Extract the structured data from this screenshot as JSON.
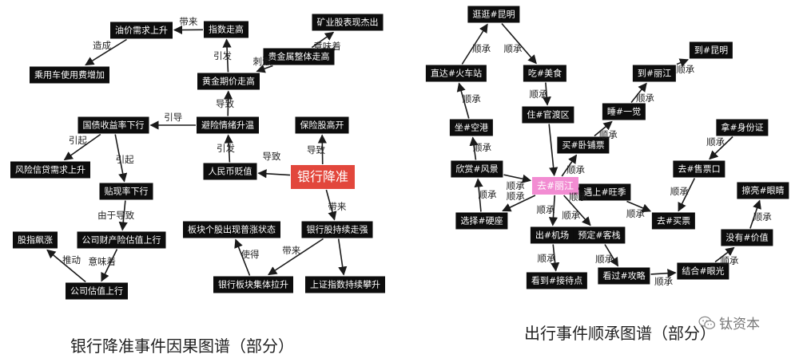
{
  "captions": {
    "left": "银行降准事件因果图谱（部分）",
    "right": "出行事件顺承图谱（部分）"
  },
  "watermark": {
    "text": "钛资本",
    "icon": "wechat-icon"
  },
  "colors": {
    "node_bg": "#0d0d0d",
    "root_left": "#e2473c",
    "root_right": "#f28cd2",
    "edge": "#1a1a1a"
  },
  "left_graph": {
    "nodes": [
      {
        "id": "youjia",
        "label": "油价需求上升"
      },
      {
        "id": "zhishu",
        "label": "指数走高"
      },
      {
        "id": "kuangye",
        "label": "矿业股表现杰出"
      },
      {
        "id": "guijinshu",
        "label": "贵金属整体走高"
      },
      {
        "id": "cheyong",
        "label": "乘用车使用费增加"
      },
      {
        "id": "huangjin",
        "label": "黄金期价走高"
      },
      {
        "id": "guozhai",
        "label": "国债收益率下行"
      },
      {
        "id": "bixian",
        "label": "避险情绪升温"
      },
      {
        "id": "baoxian",
        "label": "保险股高开"
      },
      {
        "id": "fengxian",
        "label": "风险信贷需求上升"
      },
      {
        "id": "renminbi",
        "label": "人民币贬值"
      },
      {
        "id": "root",
        "label": "银行降准"
      },
      {
        "id": "tiexian",
        "label": "贴现率下行"
      },
      {
        "id": "bankuaige",
        "label": "板块个股出现普涨状态"
      },
      {
        "id": "yinhanggu",
        "label": "银行股持续走强"
      },
      {
        "id": "guzhi",
        "label": "股指飙涨"
      },
      {
        "id": "caichan",
        "label": "公司财产险估值上行"
      },
      {
        "id": "jiti",
        "label": "银行板块集体拉升"
      },
      {
        "id": "shangzheng",
        "label": "上证指数持续攀升"
      },
      {
        "id": "gongsi",
        "label": "公司估值上行"
      }
    ],
    "edges": [
      {
        "from": "zhishu",
        "to": "youjia",
        "label": "带来"
      },
      {
        "from": "youjia",
        "to": "cheyong",
        "label": "造成"
      },
      {
        "from": "huangjin",
        "to": "zhishu",
        "label": "引发"
      },
      {
        "from": "guijinshu",
        "to": "kuangye",
        "label": "意味着"
      },
      {
        "from": "guijinshu",
        "to": "huangjin",
        "label": "刺激"
      },
      {
        "from": "bixian",
        "to": "huangjin",
        "label": "导致"
      },
      {
        "from": "bixian",
        "to": "guozhai",
        "label": "引导"
      },
      {
        "from": "guozhai",
        "to": "fengxian",
        "label": "引起"
      },
      {
        "from": "guozhai",
        "to": "tiexian",
        "label": "引起"
      },
      {
        "from": "renminbi",
        "to": "bixian",
        "label": "引发"
      },
      {
        "from": "root",
        "to": "renminbi",
        "label": "导致"
      },
      {
        "from": "root",
        "to": "baoxian",
        "label": "导致"
      },
      {
        "from": "root",
        "to": "yinhanggu",
        "label": "带来"
      },
      {
        "from": "tiexian",
        "to": "caichan",
        "label": "由于导致"
      },
      {
        "from": "caichan",
        "to": "gongsi",
        "label": "意味着"
      },
      {
        "from": "gongsi",
        "to": "guzhi",
        "label": "推动"
      },
      {
        "from": "yinhanggu",
        "to": "jiti",
        "label": "带来"
      },
      {
        "from": "yinhanggu",
        "to": "shangzheng",
        "label": ""
      },
      {
        "from": "jiti",
        "to": "bankuaige",
        "label": "使得"
      }
    ]
  },
  "right_graph": {
    "nodes": [
      {
        "id": "guangguang",
        "label": "逛逛#昆明"
      },
      {
        "id": "zhida",
        "label": "直达#火车站"
      },
      {
        "id": "chi",
        "label": "吃#美食"
      },
      {
        "id": "daokunming",
        "label": "到#昆明"
      },
      {
        "id": "daolijiang",
        "label": "到#丽江"
      },
      {
        "id": "zhu",
        "label": "住#官渡区"
      },
      {
        "id": "shui",
        "label": "睡#一觉"
      },
      {
        "id": "zuo",
        "label": "坐#空港"
      },
      {
        "id": "mai",
        "label": "买#卧铺票"
      },
      {
        "id": "na",
        "label": "拿#身份证"
      },
      {
        "id": "xinshang",
        "label": "欣赏#风景"
      },
      {
        "id": "shoupiao",
        "label": "去#售票口"
      },
      {
        "id": "root",
        "label": "去#丽江"
      },
      {
        "id": "yushang",
        "label": "遇上#旺季"
      },
      {
        "id": "caliang",
        "label": "擦亮#眼睛"
      },
      {
        "id": "xuanze",
        "label": "选择#硬座"
      },
      {
        "id": "maipiao",
        "label": "去#买票"
      },
      {
        "id": "chu",
        "label": "出#机场"
      },
      {
        "id": "yuding",
        "label": "预定#客栈"
      },
      {
        "id": "meiyou",
        "label": "没有#价值"
      },
      {
        "id": "jiehe",
        "label": "结合#眼光"
      },
      {
        "id": "kanguo",
        "label": "看过#攻略"
      },
      {
        "id": "kandao",
        "label": "看到#接待点"
      }
    ],
    "edges": [
      {
        "from": "guangguang",
        "to": "chi",
        "label": "顺承"
      },
      {
        "from": "zhida",
        "to": "guangguang",
        "label": "顺承"
      },
      {
        "from": "chi",
        "to": "zhu",
        "label": "顺承"
      },
      {
        "from": "zuo",
        "to": "zhida",
        "label": "顺承"
      },
      {
        "from": "xinshang",
        "to": "zuo",
        "label": "顺承"
      },
      {
        "from": "xinshang",
        "to": "root",
        "label": "顺承"
      },
      {
        "from": "xuanze",
        "to": "xinshang",
        "label": "顺承"
      },
      {
        "from": "root",
        "to": "xuanze",
        "label": "顺承"
      },
      {
        "from": "zhu",
        "to": "root",
        "label": ""
      },
      {
        "from": "daolijiang",
        "to": "daokunming",
        "label": "顺承"
      },
      {
        "from": "shui",
        "to": "daolijiang",
        "label": "顺承"
      },
      {
        "from": "mai",
        "to": "shui",
        "label": "顺承"
      },
      {
        "from": "root",
        "to": "mai",
        "label": "顺承"
      },
      {
        "from": "yushang",
        "to": "root",
        "label": "顺承"
      },
      {
        "from": "yushang",
        "to": "maipiao",
        "label": "顺承"
      },
      {
        "from": "na",
        "to": "shoupiao",
        "label": "顺承"
      },
      {
        "from": "shoupiao",
        "to": "maipiao",
        "label": "顺承"
      },
      {
        "from": "root",
        "to": "chu",
        "label": "顺承"
      },
      {
        "from": "chu",
        "to": "kandao",
        "label": "顺承"
      },
      {
        "from": "root",
        "to": "yuding",
        "label": "顺承"
      },
      {
        "from": "yuding",
        "to": "kanguo",
        "label": "顺承"
      },
      {
        "from": "kanguo",
        "to": "jiehe",
        "label": "顺承"
      },
      {
        "from": "jiehe",
        "to": "meiyou",
        "label": "顺承"
      },
      {
        "from": "meiyou",
        "to": "caliang",
        "label": "顺承"
      }
    ]
  }
}
